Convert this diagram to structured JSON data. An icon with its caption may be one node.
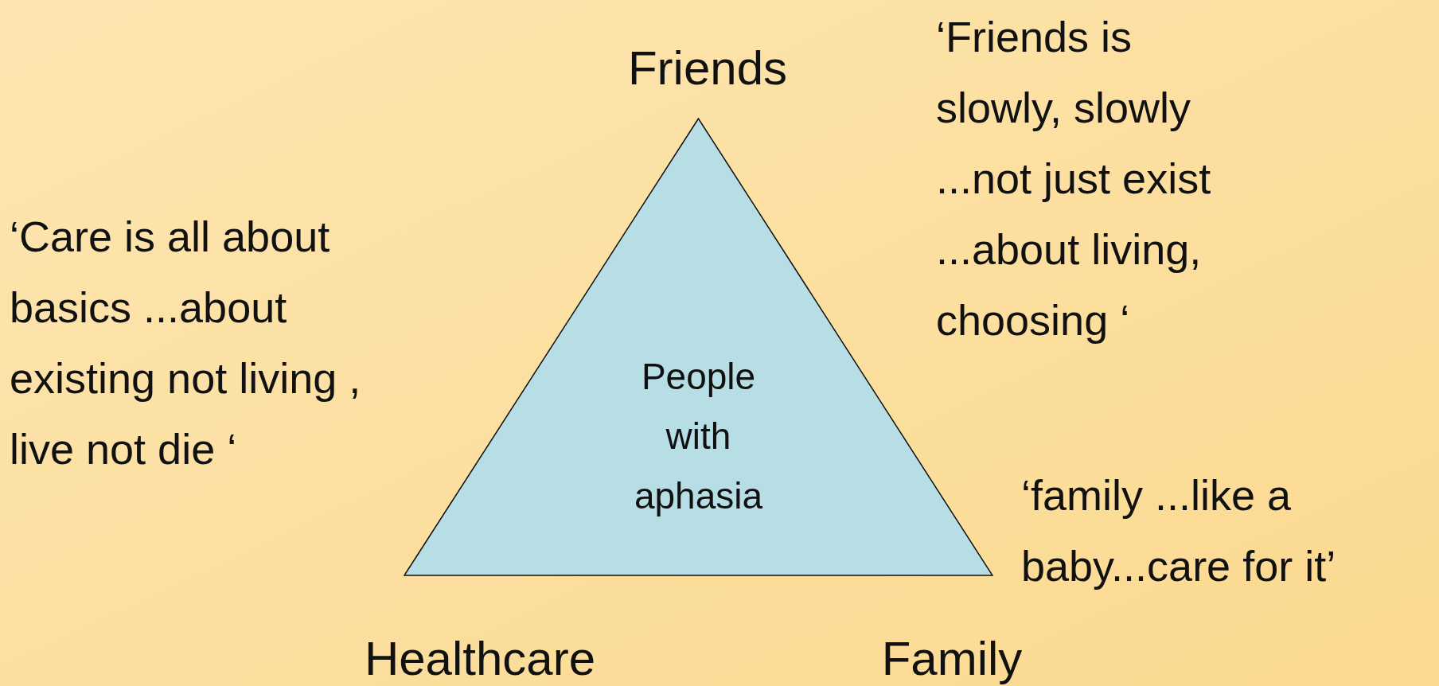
{
  "diagram": {
    "nodes": [
      {
        "text": [
          "People with aphasia"
        ]
      }
    ],
    "edges": [],
    "labels": [
      "Friends",
      "‘Friends is slowly, slowly ...not just exist ...about living, choosing ‘",
      "‘Care is all about basics ...about existing not living , live not die ‘",
      "‘family ...like a baby...care for it’",
      "Healthcare",
      "Family"
    ]
  }
}
